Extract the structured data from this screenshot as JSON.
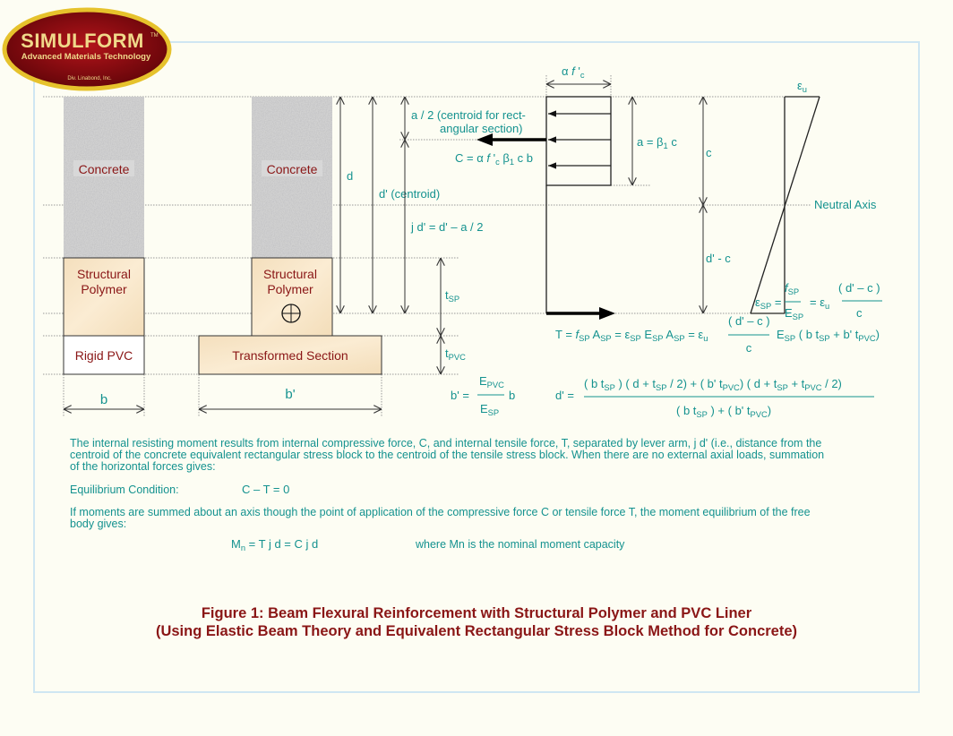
{
  "logo": {
    "brand": "SIMULFORM",
    "tm": "TM",
    "tagline": "Advanced Materials Technology",
    "division": "Div. Linabond, Inc."
  },
  "beam1": {
    "concrete": "Concrete",
    "polymer_line1": "Structural",
    "polymer_line2": "Polymer",
    "pvc": "Rigid PVC",
    "width_label": "b"
  },
  "beam2": {
    "concrete": "Concrete",
    "polymer_line1": "Structural",
    "polymer_line2": "Polymer",
    "transformed": "Transformed Section",
    "width_label": "b'"
  },
  "dims": {
    "d": "d",
    "d_prime": "d' (centroid)",
    "a_half_line1": "a / 2 (centroid for rect-",
    "a_half_line2": "angular section)",
    "jd": "j d' = d' – a / 2",
    "c": "c",
    "d_minus_c": "d' - c",
    "neutral_axis": "Neutral Axis"
  },
  "rich": {
    "alpha_fc": [
      "α ",
      {
        "i": "f"
      },
      " '",
      [
        "c"
      ]
    ],
    "C_eq": [
      "C = α ",
      {
        "i": "f"
      },
      " '",
      [
        "c"
      ],
      " β",
      [
        "1"
      ],
      " c b"
    ],
    "a_eq": [
      "a = β",
      [
        "1"
      ],
      " c"
    ],
    "eps_u": [
      "ε",
      [
        "u"
      ]
    ],
    "t_sp": [
      "t",
      [
        "SP"
      ]
    ],
    "t_pvc": [
      "t",
      [
        "PVC"
      ]
    ],
    "eps_sp": [
      "ε",
      [
        "SP"
      ],
      " ="
    ],
    "f_sp": [
      {
        "i": "f"
      },
      [
        "SP"
      ]
    ],
    "E_sp": [
      "E",
      [
        "SP"
      ]
    ],
    "eq_eps_u": [
      "=  ε",
      [
        "u"
      ]
    ],
    "dmc": [
      "( d' – c )"
    ],
    "c": [
      "c"
    ],
    "T_eq": [
      "T = ",
      {
        "i": "f"
      },
      [
        "SP"
      ],
      " A",
      [
        "SP"
      ],
      " = ε",
      [
        "SP"
      ],
      " E",
      [
        "SP"
      ],
      " A",
      [
        "SP"
      ],
      " = ε",
      [
        "u"
      ]
    ],
    "T_eq_tail": [
      "E",
      [
        "SP"
      ],
      " ( b t",
      [
        "SP"
      ],
      " + b' t",
      [
        "PVC"
      ],
      ")"
    ],
    "bprime_lhs": [
      "b' ="
    ],
    "E_pvc": [
      "E",
      [
        "PVC"
      ]
    ],
    "bprime_b": [
      "b"
    ],
    "dprime_lhs": [
      "d' ="
    ],
    "dprime_num": [
      "( b t",
      [
        "SP"
      ],
      " ) ( d + t",
      [
        "SP"
      ],
      " / 2) + ( b' t",
      [
        "PVC"
      ],
      ") ( d + t",
      [
        "SP"
      ],
      " + t",
      [
        "PVC"
      ],
      " / 2)"
    ],
    "dprime_den": [
      "( b t",
      [
        "SP"
      ],
      " ) + ( b' t",
      [
        "PVC"
      ],
      ")"
    ],
    "Mn_eq": [
      "M",
      [
        "n"
      ],
      " = T j d = C j d"
    ]
  },
  "text": {
    "para1": [
      "The internal resisting moment results from internal compressive force, C, and internal tensile force, T, separated by lever arm, j d' (i.e., distance from the",
      "centroid of the concrete equivalent rectangular stress block to the centroid of the tensile stress block. When there are no external axial loads, summation",
      "of the horizontal forces gives:"
    ],
    "equilibrium_label": "Equilibrium Condition:",
    "equilibrium_eq": "C – T = 0",
    "para2": [
      "If moments are summed about an axis though the point of application of the compressive force C or tensile force T, the moment equilibrium of the free",
      "body gives:"
    ],
    "Mn_note": "where Mn is the nominal moment capacity"
  },
  "caption": {
    "line1": "Figure 1:  Beam Flexural Reinforcement with Structural Polymer and PVC Liner",
    "line2": "(Using Elastic Beam Theory and Equivalent Rectangular Stress Block Method for Concrete)"
  },
  "colors": {
    "teal_text": "#14928f",
    "dark_red_text": "#8a1616",
    "frame": "#cfe6f2",
    "background": "#fdfdf3"
  }
}
